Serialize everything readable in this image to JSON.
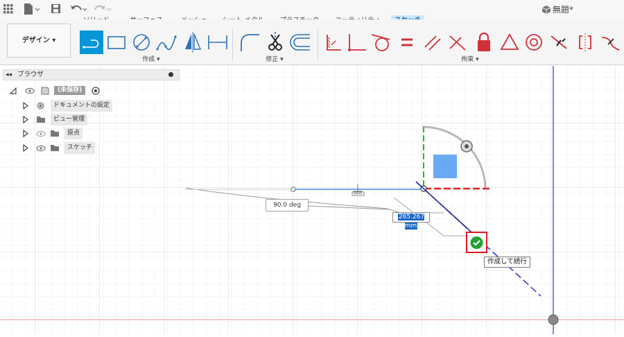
{
  "app": {
    "doc_title": "無題*",
    "icons": [
      "grid-icon",
      "file-icon",
      "save-icon",
      "undo-icon",
      "redo-icon",
      "cube-icon"
    ]
  },
  "tabs": [
    {
      "label": "ソリッド",
      "active": false
    },
    {
      "label": "サーフェス",
      "active": false
    },
    {
      "label": "メッシュ",
      "active": false
    },
    {
      "label": "シート メタル",
      "active": false
    },
    {
      "label": "プラスチック",
      "active": false
    },
    {
      "label": "ユーティリティ",
      "active": false
    },
    {
      "label": "スケッチ",
      "active": true
    }
  ],
  "toolbar": {
    "workspace_label": "デザイン",
    "groups": {
      "create": "作成",
      "modify": "修正",
      "constraints": "拘束"
    }
  },
  "browser": {
    "title": "ブラウザ",
    "root_label": "(未保存)",
    "items": [
      {
        "label": "ドキュメントの設定",
        "icon": "gear-icon"
      },
      {
        "label": "ビュー管理",
        "icon": "folder-icon"
      },
      {
        "label": "原点",
        "icon": "folder-icon"
      },
      {
        "label": "スケッチ",
        "icon": "folder-icon"
      }
    ]
  },
  "sketch": {
    "angle_value": "90.0 deg",
    "length_value": "265.267 mm",
    "confirm_tooltip": "作成して続行"
  },
  "colors": {
    "accent": "#0696d7",
    "constraint_red": "#d0303a",
    "confirm_border": "#e0161e",
    "confirm_green": "#1fa32e"
  }
}
